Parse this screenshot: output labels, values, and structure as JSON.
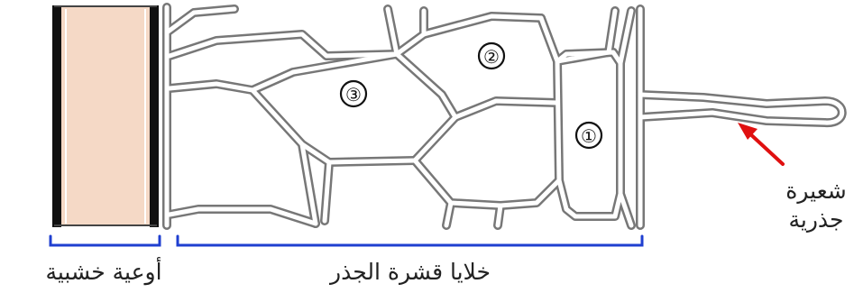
{
  "diagram": {
    "cell_labels": [
      {
        "id": "cell-1",
        "label": "①"
      },
      {
        "id": "cell-2",
        "label": "②"
      },
      {
        "id": "cell-3",
        "label": "③"
      }
    ],
    "captions": {
      "root_hair_line1": "شعيرة",
      "root_hair_line2": "جذرية",
      "xylem": "أوعية خشبية",
      "cortex": "خلايا قشرة الجذر"
    },
    "colors": {
      "xylem_fill": "#f5d9c6",
      "brace": "#1f3fd0",
      "arrow": "#e01010"
    }
  }
}
